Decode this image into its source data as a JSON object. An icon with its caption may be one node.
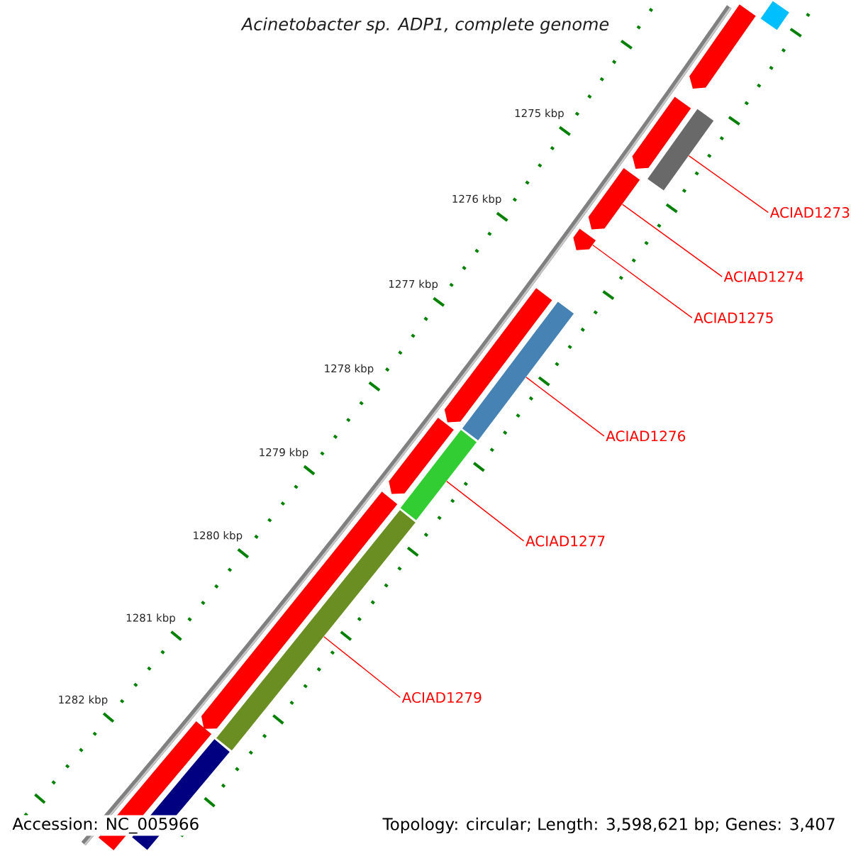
{
  "diagram": {
    "title": "Acinetobacter sp. ADP1, complete genome",
    "nodes": [
      {
        "text": [
          "ACIAD1273"
        ]
      },
      {
        "text": [],
        "shape": "bar"
      },
      {
        "text": [
          "ACIAD1274"
        ]
      },
      {
        "text": [],
        "shape": "arrow"
      },
      {
        "text": [
          "ACIAD1275"
        ]
      },
      {
        "text": [],
        "shape": "arrow"
      },
      {
        "text": [
          "ACIAD1276"
        ]
      },
      {
        "text": [],
        "shape": "bar"
      },
      {
        "text": [
          "ACIAD1277"
        ]
      },
      {
        "text": [],
        "shape": "bar"
      },
      {
        "text": [
          "ACIAD1279"
        ]
      },
      {
        "text": [],
        "shape": "bar"
      },
      {
        "text": [],
        "shape": "arrow"
      },
      {
        "text": [],
        "shape": "bar"
      },
      {
        "text": [],
        "shape": "arrow"
      },
      {
        "text": [],
        "shape": "arrow"
      },
      {
        "text": [],
        "shape": "arrow"
      },
      {
        "text": [],
        "shape": "arrow"
      },
      {
        "text": [],
        "shape": "bar"
      },
      {
        "text": [],
        "shape": "bar"
      }
    ],
    "edges": [
      {
        "from": 0,
        "to": 1,
        "arrow": "none"
      },
      {
        "from": 2,
        "to": 3,
        "arrow": "none"
      },
      {
        "from": 4,
        "to": 5,
        "arrow": "none"
      },
      {
        "from": 6,
        "to": 7,
        "arrow": "none"
      },
      {
        "from": 8,
        "to": 9,
        "arrow": "none"
      },
      {
        "from": 10,
        "to": 11,
        "arrow": "none"
      }
    ],
    "labels": [
      "1275 kbp",
      "1276 kbp",
      "1277 kbp",
      "1278 kbp",
      "1279 kbp",
      "1280 kbp",
      "1281 kbp",
      "1282 kbp",
      "Accession: NC_005966",
      "Topology: circular; Length: 3,598,621 bp; Genes: 3,407"
    ]
  }
}
